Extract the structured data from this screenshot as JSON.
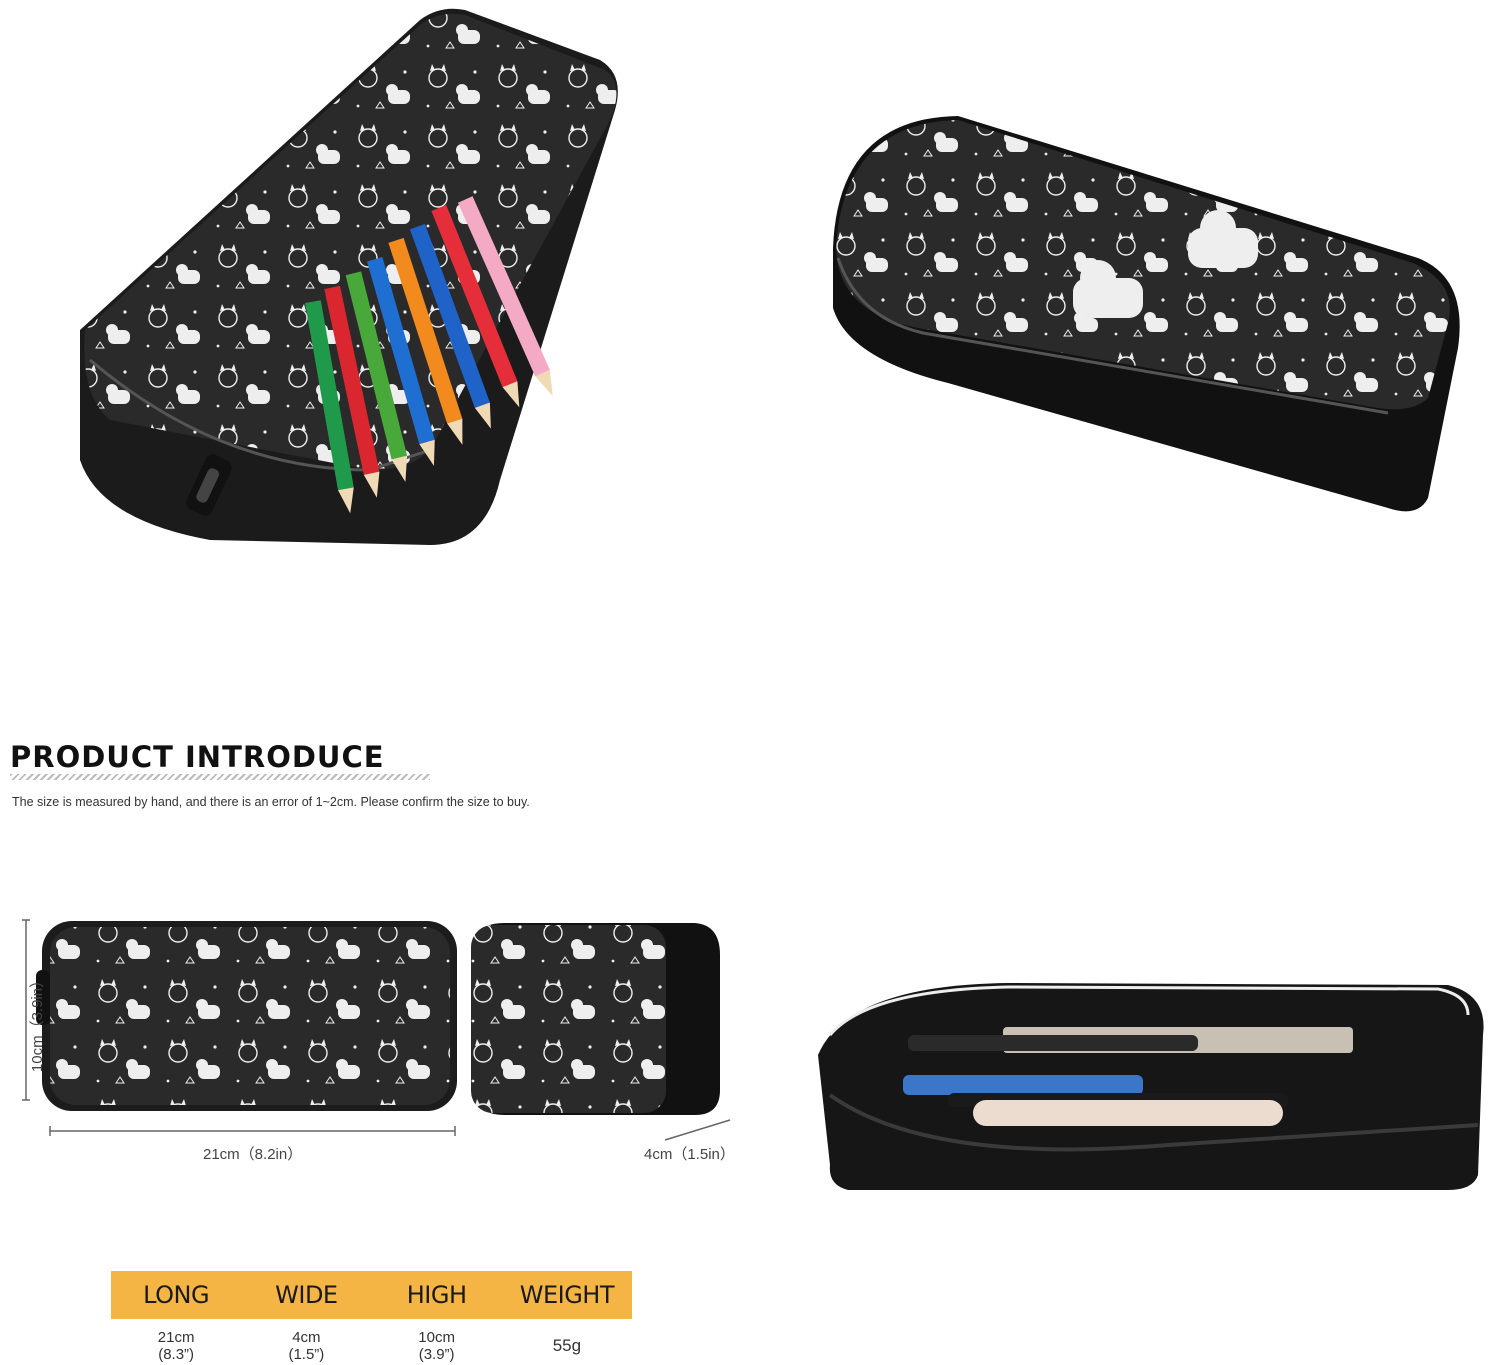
{
  "intro": {
    "heading": "PRODUCT INTRODUCE",
    "note": "The size is measured by hand, and there is an error of 1~2cm. Please confirm the size to buy."
  },
  "dimensions": {
    "length": "21cm（8.2in）",
    "height": "10cm（3.9in）",
    "width": "4cm（1.5in）"
  },
  "specs": {
    "headers": [
      "LONG",
      "WIDE",
      "HIGH",
      "WEIGHT"
    ],
    "values": [
      {
        "main": "21cm",
        "sub": "(8.3”)"
      },
      {
        "main": "4cm",
        "sub": "(1.5”)"
      },
      {
        "main": "10cm",
        "sub": "(3.9”)"
      },
      {
        "main": "55g",
        "sub": ""
      }
    ]
  },
  "colors": {
    "case": "#232323",
    "header_bg": "#f5b544"
  },
  "icons": [
    "cat-pattern-icon",
    "pencil-icon",
    "zipper-icon"
  ]
}
